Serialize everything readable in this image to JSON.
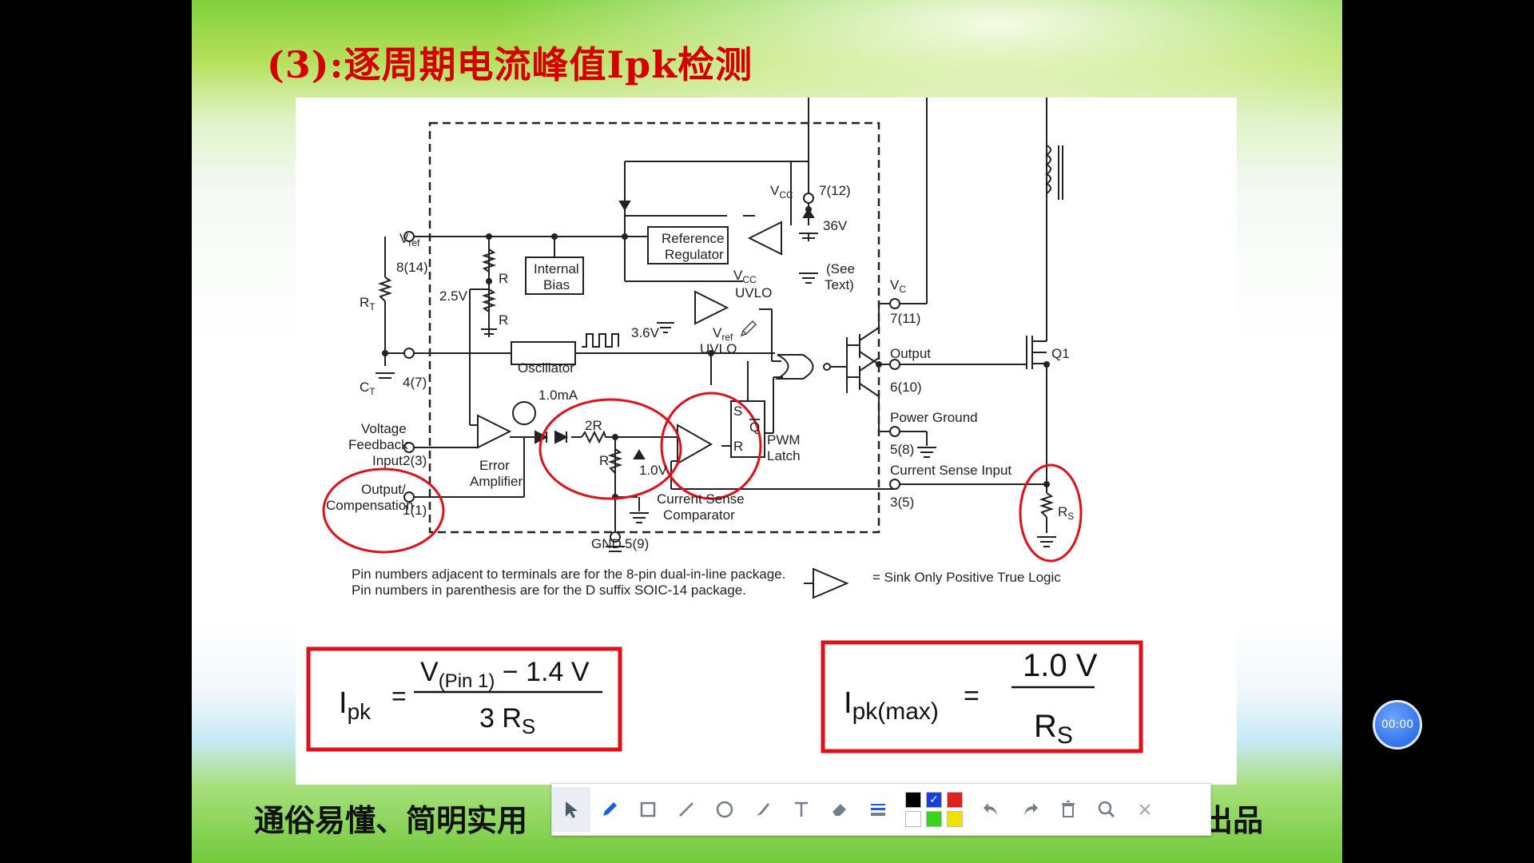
{
  "slide": {
    "title": "(3):逐周期电流峰值Ipk检测",
    "footer_text": "通俗易懂、简明实用",
    "footer_brand": "出品"
  },
  "diagram": {
    "labels": {
      "vcc_pin": "7(12)",
      "v36": "36V",
      "ref_reg_1": "Reference",
      "ref_reg_2": "Regulator",
      "see_text_1": "(See",
      "see_text_2": "Text)",
      "vcc_uvlo": "UVLO",
      "vref_pin": "8(14)",
      "v25": "2.5V",
      "r1": "R",
      "r2": "R",
      "internal_bias_1": "Internal",
      "internal_bias_2": "Bias",
      "v36b": "3.6V",
      "vref_uvlo": "UVLO",
      "vc_pin": "7(11)",
      "oscillator": "Oscillator",
      "ct_pin": "4(7)",
      "output": "Output",
      "output_pin": "6(10)",
      "q1": "Q1",
      "i10": "1.0mA",
      "vf_1": "Voltage",
      "vf_2": "Feedback",
      "vf_3": "Input",
      "vf_pin": "2(3)",
      "r2r": "2R",
      "rr": "R",
      "s": "S",
      "qbar": "Q",
      "r_latch": "R",
      "pwm_1": "PWM",
      "pwm_2": "Latch",
      "power_ground": "Power Ground",
      "pg_pin": "5(8)",
      "ea_1": "Error",
      "ea_2": "Amplifier",
      "v10": "1.0V",
      "csi": "Current Sense Input",
      "csi_pin": "3(5)",
      "oc_1": "Output/",
      "oc_2": "Compensation",
      "oc_pin": "1(1)",
      "csc_1": "Current Sense",
      "csc_2": "Comparator",
      "gnd": "GND",
      "gnd_pin": "5(9)",
      "note_1": "Pin numbers adjacent to terminals are for the 8-pin dual-in-line package.",
      "note_2": "Pin numbers in parenthesis are for the D suffix SOIC-14 package.",
      "legend": "= Sink Only Positive True Logic"
    },
    "formula_left": {
      "lhs": "I",
      "lhs_sub": "pk",
      "eq": "=",
      "num": "V",
      "num_sub": "(Pin 1)",
      "num_rest": " − 1.4 V",
      "den": "3 R",
      "den_sub": "S"
    },
    "formula_right": {
      "lhs": "I",
      "lhs_sub": "pk(max)",
      "eq": "=",
      "num": "1.0 V",
      "den": "R",
      "den_sub": "S"
    }
  },
  "toolbar": {
    "tools": [
      "select-icon",
      "pen-icon",
      "rectangle-icon",
      "line-icon",
      "circle-icon",
      "brush-icon",
      "text-icon",
      "eraser-icon",
      "line-width-icon"
    ],
    "colors": [
      "#000000",
      "#1a3fd8",
      "#e0201c",
      "#ffffff",
      "#39d21e",
      "#f2e200"
    ],
    "selected_color": "#1a3fd8",
    "actions": [
      "undo-icon",
      "redo-icon",
      "delete-icon",
      "zoom-icon",
      "close-icon"
    ]
  },
  "timer": {
    "value": "00:00"
  },
  "colors": {
    "title": "#d40000",
    "annotation_red": "#e0101a",
    "toolbar_icon": "#6f7f8c"
  }
}
